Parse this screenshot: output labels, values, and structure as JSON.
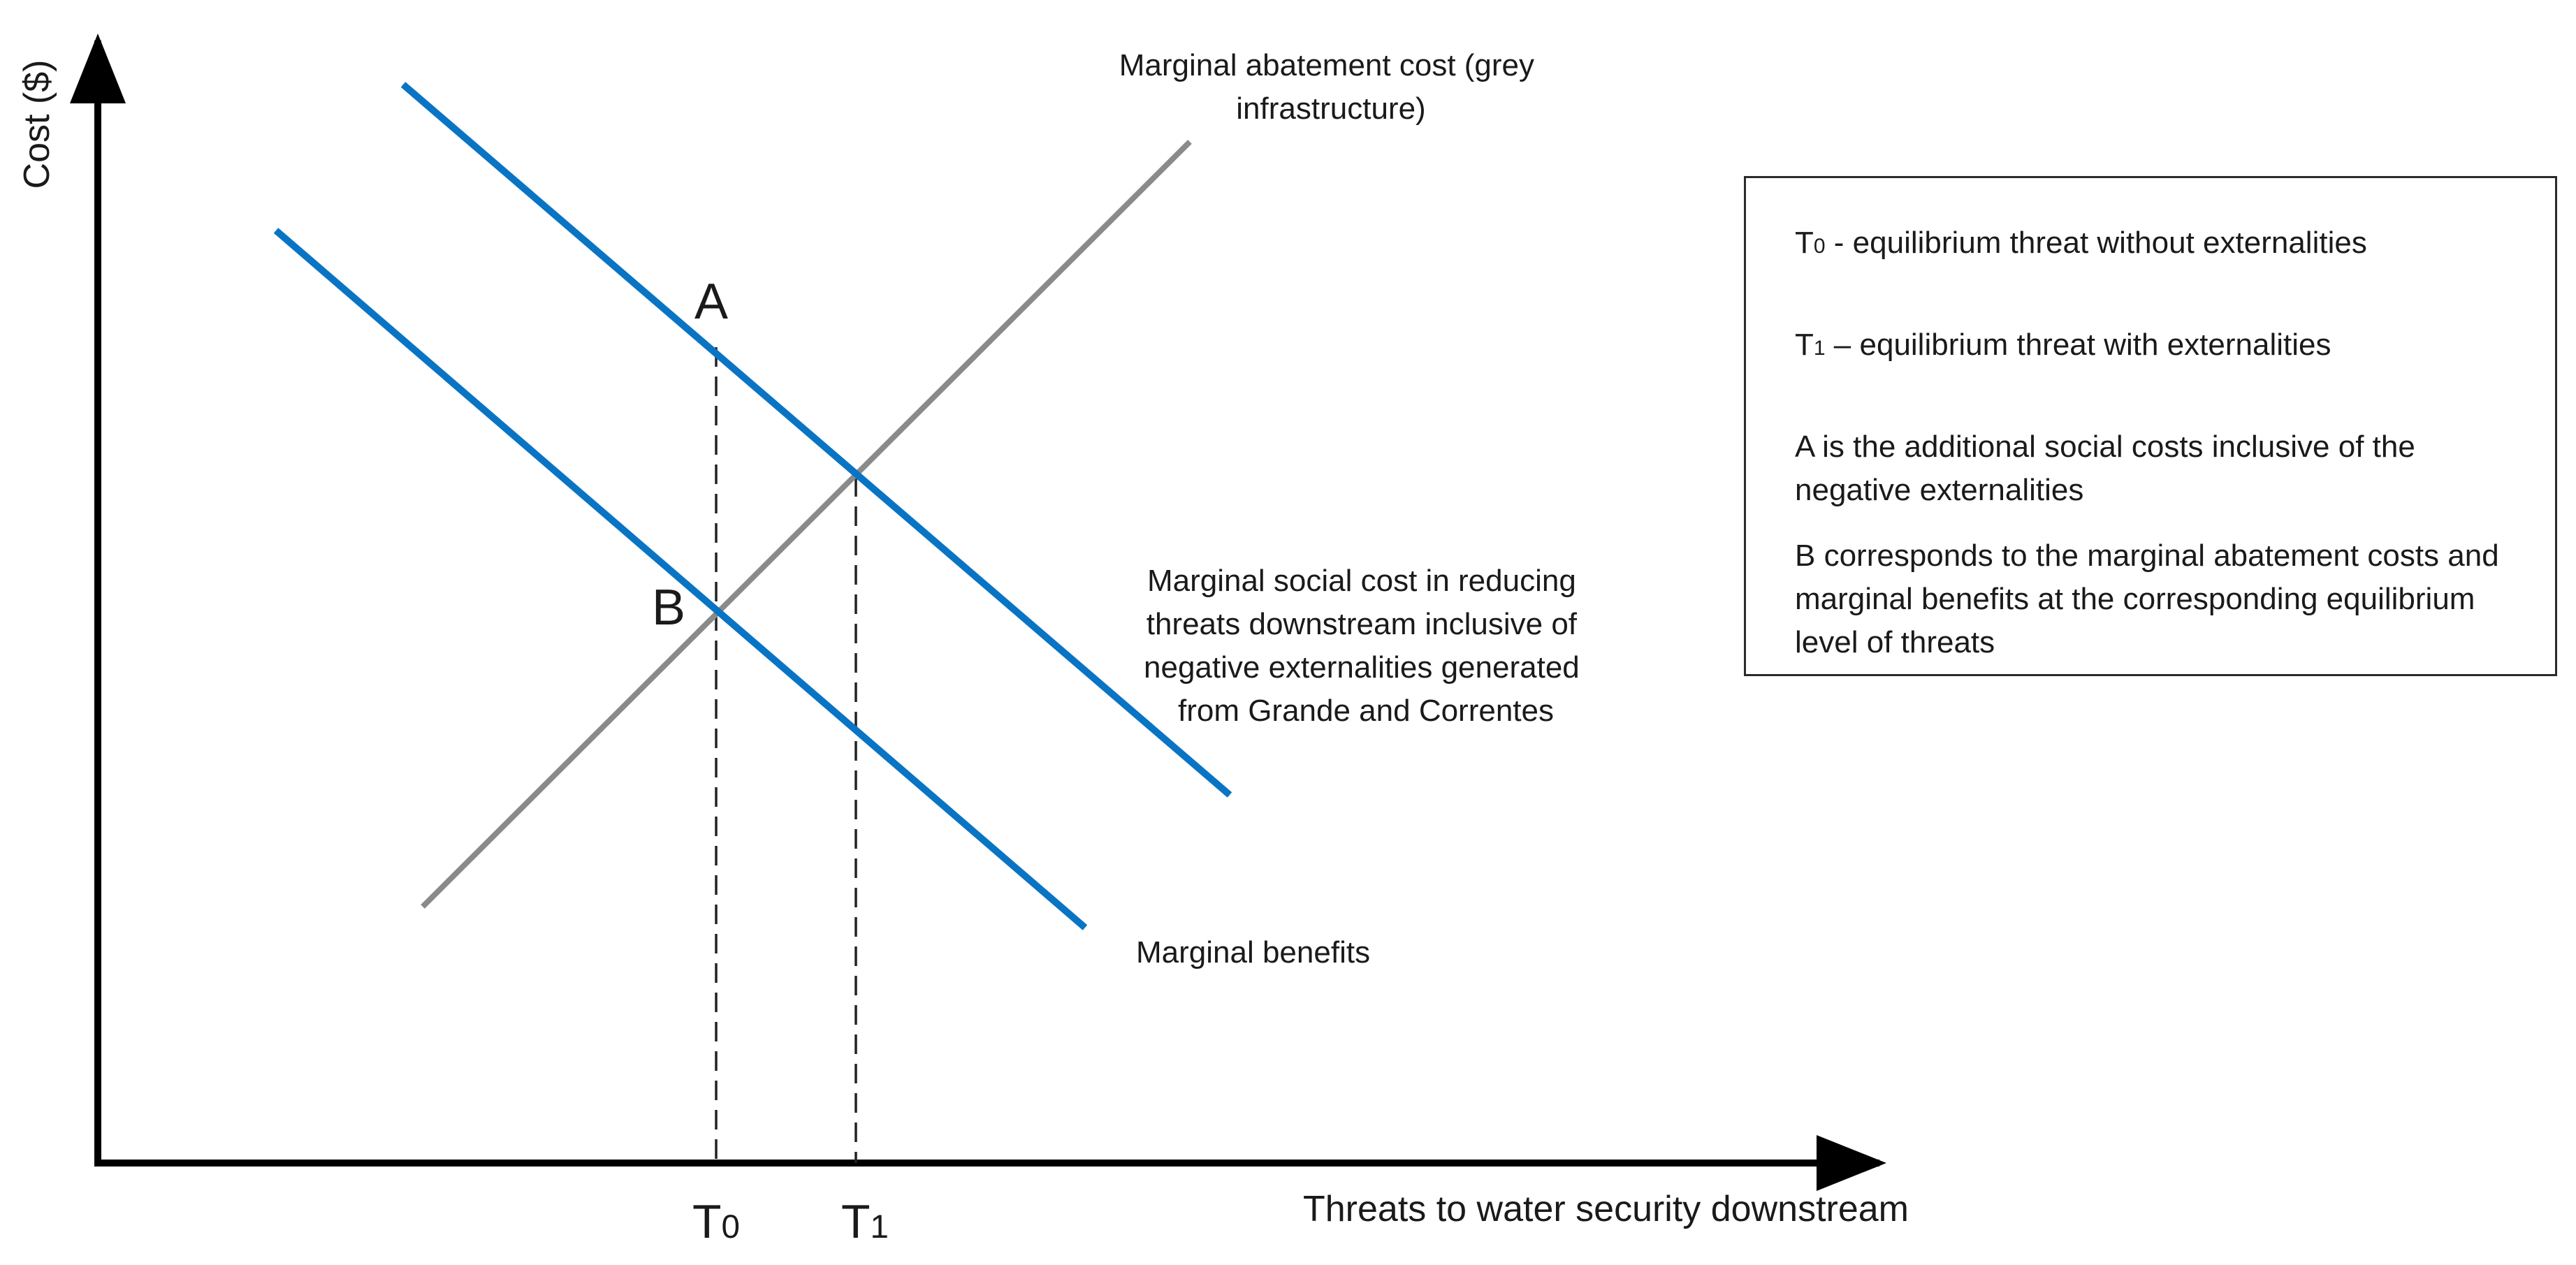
{
  "axes": {
    "y_label": "Cost ($)",
    "x_label": "Threats to water security downstream",
    "ticks": [
      {
        "main": "T",
        "sub": "0"
      },
      {
        "main": "T",
        "sub": "1"
      }
    ]
  },
  "curves": {
    "mac": {
      "label_line1": "Marginal abatement cost (grey",
      "label_line2": "infrastructure)",
      "color": "#8a8a8a"
    },
    "msc": {
      "label_lines": [
        "Marginal social cost in reducing",
        "threats downstream inclusive of",
        "negative externalities generated",
        "from Grande and Correntes"
      ],
      "color": "#0a74c4"
    },
    "mb": {
      "label": "Marginal benefits",
      "color": "#0a74c4"
    }
  },
  "points": {
    "a": "A",
    "b": "B"
  },
  "legend": {
    "t0": {
      "main": "T",
      "sub": "0",
      "rest": " - equilibrium threat without  externalities"
    },
    "t1": {
      "main": "T",
      "sub": "1",
      "rest": " – equilibrium threat with externalities"
    },
    "a_text": "A is the additional social costs inclusive of the negative externalities",
    "b_text": "B corresponds to the marginal abatement costs and marginal benefits at the corresponding equilibrium level of threats"
  }
}
